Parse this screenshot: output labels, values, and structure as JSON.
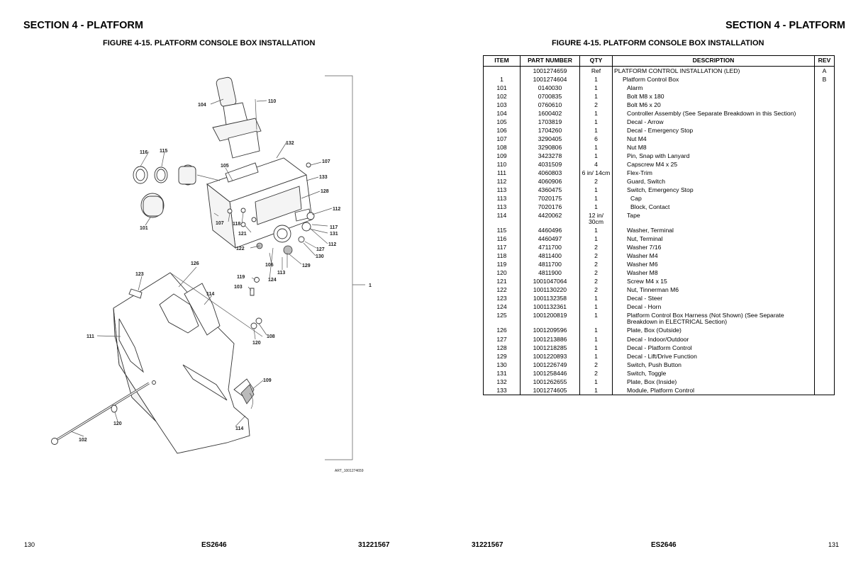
{
  "header": {
    "left_section": "SECTION 4 - PLATFORM",
    "right_section": "SECTION 4 - PLATFORM",
    "left_figure_title": "FIGURE 4-15. PLATFORM CONSOLE BOX INSTALLATION",
    "right_figure_title": "FIGURE 4-15. PLATFORM CONSOLE BOX INSTALLATION"
  },
  "diagram": {
    "art_id": "ART_1001274659",
    "callouts": [
      "104",
      "110",
      "132",
      "116",
      "115",
      "105",
      "107",
      "133",
      "128",
      "112",
      "107",
      "118",
      "117",
      "131",
      "121",
      "101",
      "122",
      "127",
      "112",
      "130",
      "106",
      "129",
      "113",
      "126",
      "124",
      "119",
      "123",
      "103",
      "114",
      "1",
      "108",
      "111",
      "120",
      "109",
      "120",
      "114",
      "102"
    ]
  },
  "table": {
    "headers": [
      "ITEM",
      "PART NUMBER",
      "QTY",
      "DESCRIPTION",
      "REV"
    ],
    "rows": [
      {
        "item": "",
        "part": "1001274659",
        "qty": "Ref",
        "desc": "PLATFORM CONTROL INSTALLATION (LED)",
        "rev": "A",
        "indent": 0
      },
      {
        "item": "1",
        "part": "1001274604",
        "qty": "1",
        "desc": "Platform Control Box",
        "rev": "B",
        "indent": 1
      },
      {
        "item": "101",
        "part": "0140030",
        "qty": "1",
        "desc": "Alarm",
        "rev": "",
        "indent": 2
      },
      {
        "item": "102",
        "part": "0700835",
        "qty": "1",
        "desc": "Bolt M8 x 180",
        "rev": "",
        "indent": 2
      },
      {
        "item": "103",
        "part": "0760610",
        "qty": "2",
        "desc": "Bolt M6 x 20",
        "rev": "",
        "indent": 2
      },
      {
        "item": "104",
        "part": "1600402",
        "qty": "1",
        "desc": "Controller Assembly (See Separate Breakdown in this Section)",
        "rev": "",
        "indent": 2
      },
      {
        "item": "105",
        "part": "1703819",
        "qty": "1",
        "desc": "Decal - Arrow",
        "rev": "",
        "indent": 2
      },
      {
        "item": "106",
        "part": "1704260",
        "qty": "1",
        "desc": "Decal - Emergency Stop",
        "rev": "",
        "indent": 2
      },
      {
        "item": "107",
        "part": "3290405",
        "qty": "6",
        "desc": "Nut M4",
        "rev": "",
        "indent": 2
      },
      {
        "item": "108",
        "part": "3290806",
        "qty": "1",
        "desc": "Nut M8",
        "rev": "",
        "indent": 2
      },
      {
        "item": "109",
        "part": "3423278",
        "qty": "1",
        "desc": "Pin, Snap with Lanyard",
        "rev": "",
        "indent": 2
      },
      {
        "item": "110",
        "part": "4031509",
        "qty": "4",
        "desc": "Capscrew M4 x 25",
        "rev": "",
        "indent": 2
      },
      {
        "item": "111",
        "part": "4060803",
        "qty": "6 in/ 14cm",
        "desc": "Flex-Trim",
        "rev": "",
        "indent": 2
      },
      {
        "item": "112",
        "part": "4060906",
        "qty": "2",
        "desc": "Guard, Switch",
        "rev": "",
        "indent": 2
      },
      {
        "item": "113",
        "part": "4360475",
        "qty": "1",
        "desc": "Switch, Emergency Stop",
        "rev": "",
        "indent": 2
      },
      {
        "item": "113",
        "part": "7020175",
        "qty": "1",
        "desc": "Cap",
        "rev": "",
        "indent": 3
      },
      {
        "item": "113",
        "part": "7020176",
        "qty": "1",
        "desc": "Block, Contact",
        "rev": "",
        "indent": 3
      },
      {
        "item": "114",
        "part": "4420062",
        "qty": "12 in/ 30cm",
        "desc": "Tape",
        "rev": "",
        "indent": 2
      },
      {
        "item": "115",
        "part": "4460496",
        "qty": "1",
        "desc": "Washer, Terminal",
        "rev": "",
        "indent": 2
      },
      {
        "item": "116",
        "part": "4460497",
        "qty": "1",
        "desc": "Nut, Terminal",
        "rev": "",
        "indent": 2
      },
      {
        "item": "117",
        "part": "4711700",
        "qty": "2",
        "desc": "Washer 7/16",
        "rev": "",
        "indent": 2
      },
      {
        "item": "118",
        "part": "4811400",
        "qty": "2",
        "desc": "Washer M4",
        "rev": "",
        "indent": 2
      },
      {
        "item": "119",
        "part": "4811700",
        "qty": "2",
        "desc": "Washer M6",
        "rev": "",
        "indent": 2
      },
      {
        "item": "120",
        "part": "4811900",
        "qty": "2",
        "desc": "Washer M8",
        "rev": "",
        "indent": 2
      },
      {
        "item": "121",
        "part": "1001047064",
        "qty": "2",
        "desc": "Screw M4 x 15",
        "rev": "",
        "indent": 2
      },
      {
        "item": "122",
        "part": "1001130220",
        "qty": "2",
        "desc": "Nut, Tinnerman M6",
        "rev": "",
        "indent": 2
      },
      {
        "item": "123",
        "part": "1001132358",
        "qty": "1",
        "desc": "Decal - Steer",
        "rev": "",
        "indent": 2
      },
      {
        "item": "124",
        "part": "1001132361",
        "qty": "1",
        "desc": "Decal - Horn",
        "rev": "",
        "indent": 2
      },
      {
        "item": "125",
        "part": "1001200819",
        "qty": "1",
        "desc": "Platform Control Box Harness (Not Shown) (See Separate Breakdown in ELECTRICAL Section)",
        "rev": "",
        "indent": 2
      },
      {
        "item": "126",
        "part": "1001209596",
        "qty": "1",
        "desc": "Plate, Box (Outside)",
        "rev": "",
        "indent": 2
      },
      {
        "item": "127",
        "part": "1001213886",
        "qty": "1",
        "desc": "Decal - Indoor/Outdoor",
        "rev": "",
        "indent": 2
      },
      {
        "item": "128",
        "part": "1001218285",
        "qty": "1",
        "desc": "Decal - Platform Control",
        "rev": "",
        "indent": 2
      },
      {
        "item": "129",
        "part": "1001220893",
        "qty": "1",
        "desc": "Decal - Lift/Drive Function",
        "rev": "",
        "indent": 2
      },
      {
        "item": "130",
        "part": "1001226749",
        "qty": "2",
        "desc": "Switch, Push Button",
        "rev": "",
        "indent": 2
      },
      {
        "item": "131",
        "part": "1001258446",
        "qty": "2",
        "desc": "Switch, Toggle",
        "rev": "",
        "indent": 2
      },
      {
        "item": "132",
        "part": "1001262655",
        "qty": "1",
        "desc": "Plate, Box (Inside)",
        "rev": "",
        "indent": 2
      },
      {
        "item": "133",
        "part": "1001274605",
        "qty": "1",
        "desc": "Module, Platform Control",
        "rev": "",
        "indent": 2
      }
    ]
  },
  "footer": {
    "left_page": "130",
    "left_model": "ES2646",
    "left_doc": "31221567",
    "right_doc": "31221567",
    "right_model": "ES2646",
    "right_page": "131"
  }
}
